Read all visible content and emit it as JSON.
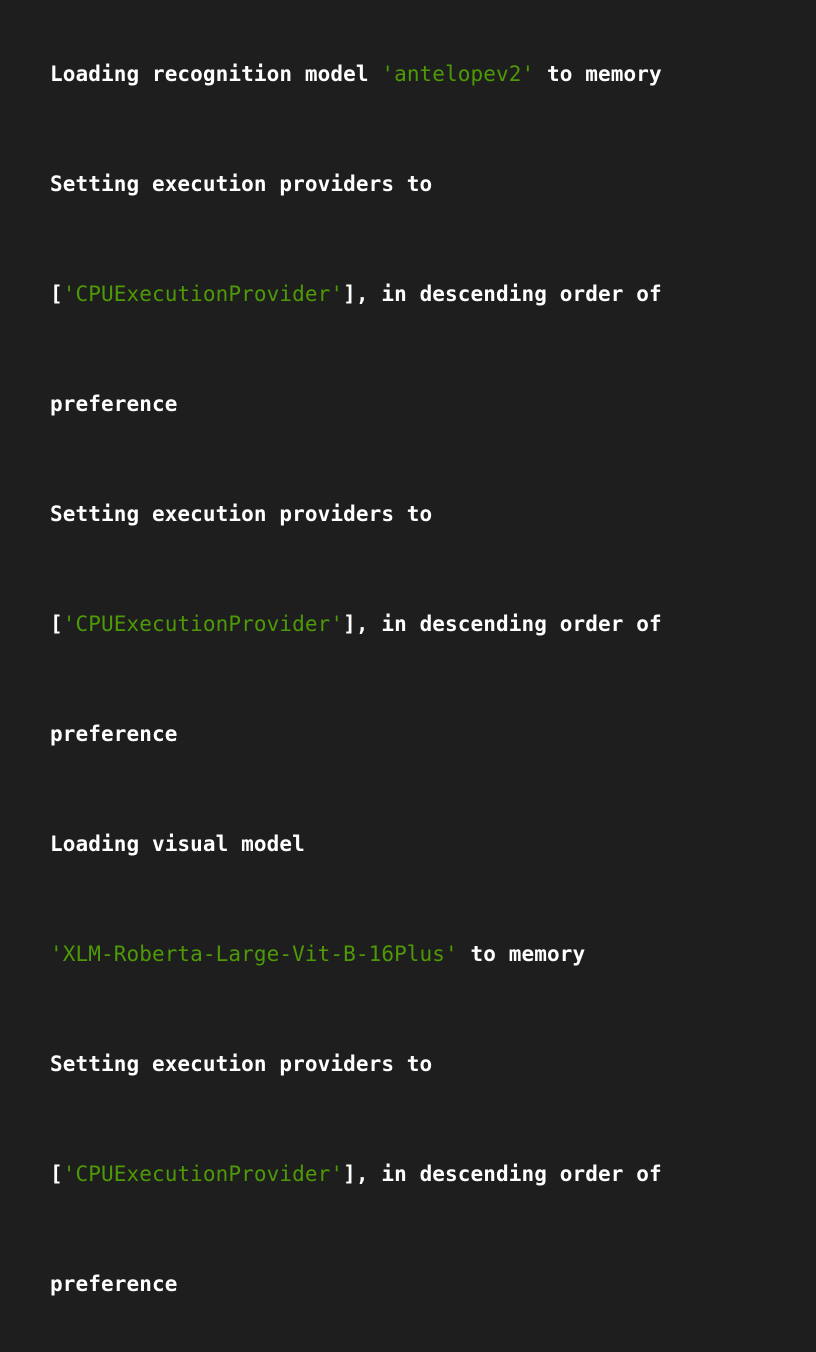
{
  "colors": {
    "background": "#1e1e1e",
    "text": "#ffffff",
    "string": "#4e9a06"
  },
  "log": {
    "lines": [
      {
        "pre": "Loading recognition model ",
        "str": "'antelopev2'",
        "post": " to memory"
      },
      {
        "pre": "Setting execution providers to",
        "str": "",
        "post": ""
      },
      {
        "pre": "[",
        "str": "'CPUExecutionProvider'",
        "post": "], in descending order of"
      },
      {
        "pre": "preference",
        "str": "",
        "post": ""
      },
      {
        "pre": "Setting execution providers to",
        "str": "",
        "post": ""
      },
      {
        "pre": "[",
        "str": "'CPUExecutionProvider'",
        "post": "], in descending order of"
      },
      {
        "pre": "preference",
        "str": "",
        "post": ""
      },
      {
        "pre": "Loading visual model",
        "str": "",
        "post": ""
      },
      {
        "pre": "",
        "str": "'XLM-Roberta-Large-Vit-B-16Plus'",
        "post": " to memory"
      },
      {
        "pre": "Setting execution providers to",
        "str": "",
        "post": ""
      },
      {
        "pre": "[",
        "str": "'CPUExecutionProvider'",
        "post": "], in descending order of"
      },
      {
        "pre": "preference",
        "str": "",
        "post": ""
      }
    ]
  }
}
